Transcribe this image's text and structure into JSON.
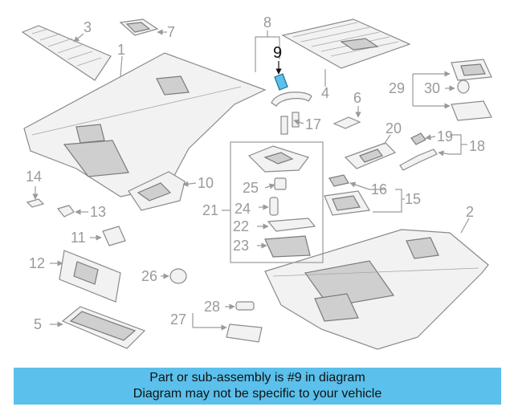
{
  "diagram": {
    "highlighted_part": "9",
    "highlight_color": "#5bc0eb",
    "callouts": [
      "1",
      "2",
      "3",
      "4",
      "5",
      "6",
      "7",
      "8",
      "9",
      "10",
      "11",
      "12",
      "13",
      "14",
      "15",
      "16",
      "17",
      "18",
      "19",
      "20",
      "21",
      "22",
      "23",
      "24",
      "25",
      "26",
      "27",
      "28",
      "29",
      "30"
    ]
  },
  "banner": {
    "line1": "Part or sub-assembly is #9 in diagram",
    "line2": "Diagram may not be specific to your vehicle",
    "color": "#5bc0eb"
  }
}
